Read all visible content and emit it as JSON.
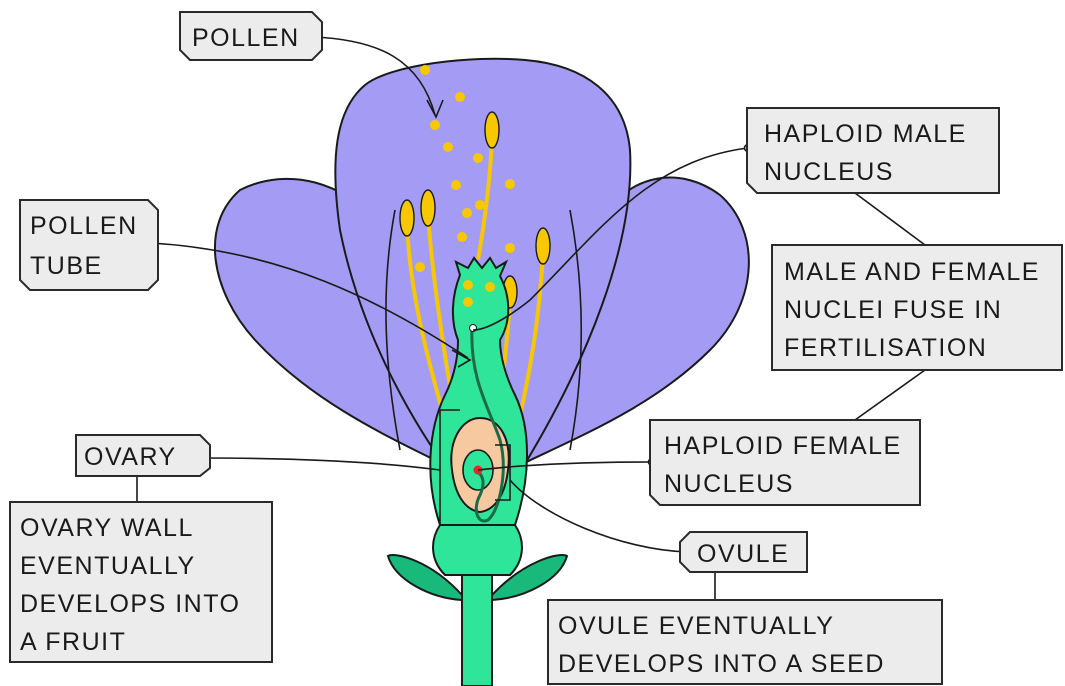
{
  "labels": {
    "pollen": "POLLEN",
    "pollen_tube": [
      "POLLEN",
      "TUBE"
    ],
    "haploid_male_nucleus": [
      "HAPLOID MALE",
      "NUCLEUS"
    ],
    "fusion_note": [
      "MALE AND FEMALE",
      "NUCLEI FUSE IN",
      "FERTILISATION"
    ],
    "haploid_female_nucleus": [
      "HAPLOID FEMALE",
      "NUCLEUS"
    ],
    "ovary": "OVARY",
    "ovary_note": [
      "OVARY WALL",
      "EVENTUALLY",
      "DEVELOPS INTO",
      "A FRUIT"
    ],
    "ovule": "OVULE",
    "ovule_note": [
      "OVULE EVENTUALLY",
      "DEVELOPS INTO A SEED"
    ]
  },
  "colors": {
    "petal": "#a49cf4",
    "ovary_green": "#2ee59a",
    "leaf_green": "#18b97a",
    "stamen_yellow": "#f7c800",
    "ovule_peach": "#f6c9a0",
    "female_nucleus": "#e8242d",
    "label_box": "#ececec"
  }
}
